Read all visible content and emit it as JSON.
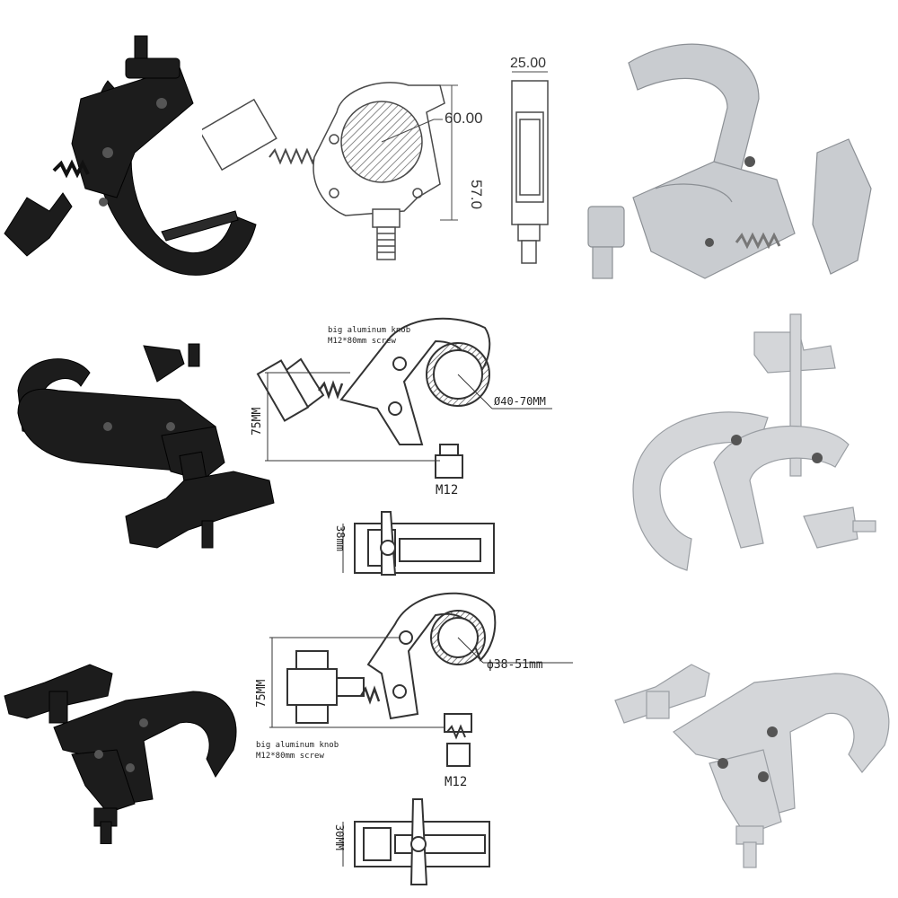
{
  "colors": {
    "black_finish": "#1c1c1c",
    "silver_finish": "#c9ccd0",
    "drawing_line": "#4a4a4a",
    "background": "#ffffff"
  },
  "row1": {
    "dim_top_width": "25.00",
    "dim_pipe_diameter": "60.00",
    "dim_height": "57.0"
  },
  "row2": {
    "note_knob": "big aluminum knob",
    "note_screw": "M12*80mm screw",
    "dim_height": "75MM",
    "dim_pipe_range": "Ø40-70MM",
    "bolt_size": "M12",
    "dim_width": "38mm"
  },
  "row3": {
    "dim_height": "75MM",
    "dim_pipe_range": "ϕ38-51mm",
    "note_knob": "big aluminum knob",
    "note_screw": "M12*80mm screw",
    "bolt_size": "M12",
    "dim_width": "30MM"
  }
}
